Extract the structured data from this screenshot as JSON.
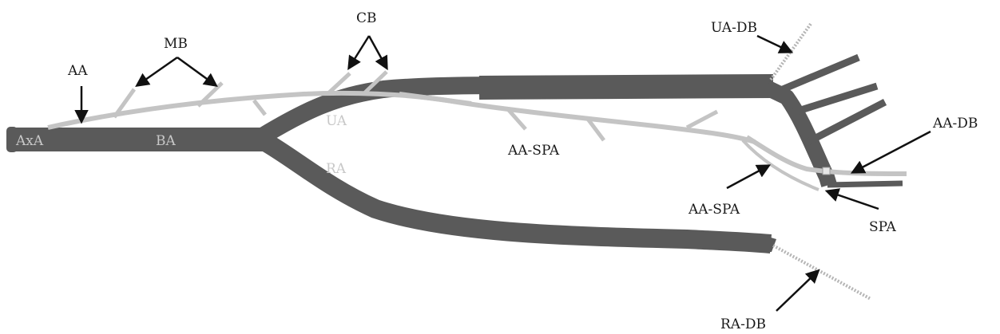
{
  "labels": {
    "axa": "AxA",
    "ba": "BA",
    "ua": "UA",
    "ra": "RA",
    "aa": "AA",
    "mb": "MB",
    "cb": "CB",
    "aa_spa_mid": "AA-SPA",
    "aa_spa_lower": "AA-SPA",
    "ua_db": "UA-DB",
    "aa_db": "AA-DB",
    "spa": "SPA",
    "ra_db": "RA-DB"
  },
  "colors": {
    "dark_vessel": "#5a5a5a",
    "light_vessel": "#c4c4c4",
    "arrow": "#111111"
  }
}
